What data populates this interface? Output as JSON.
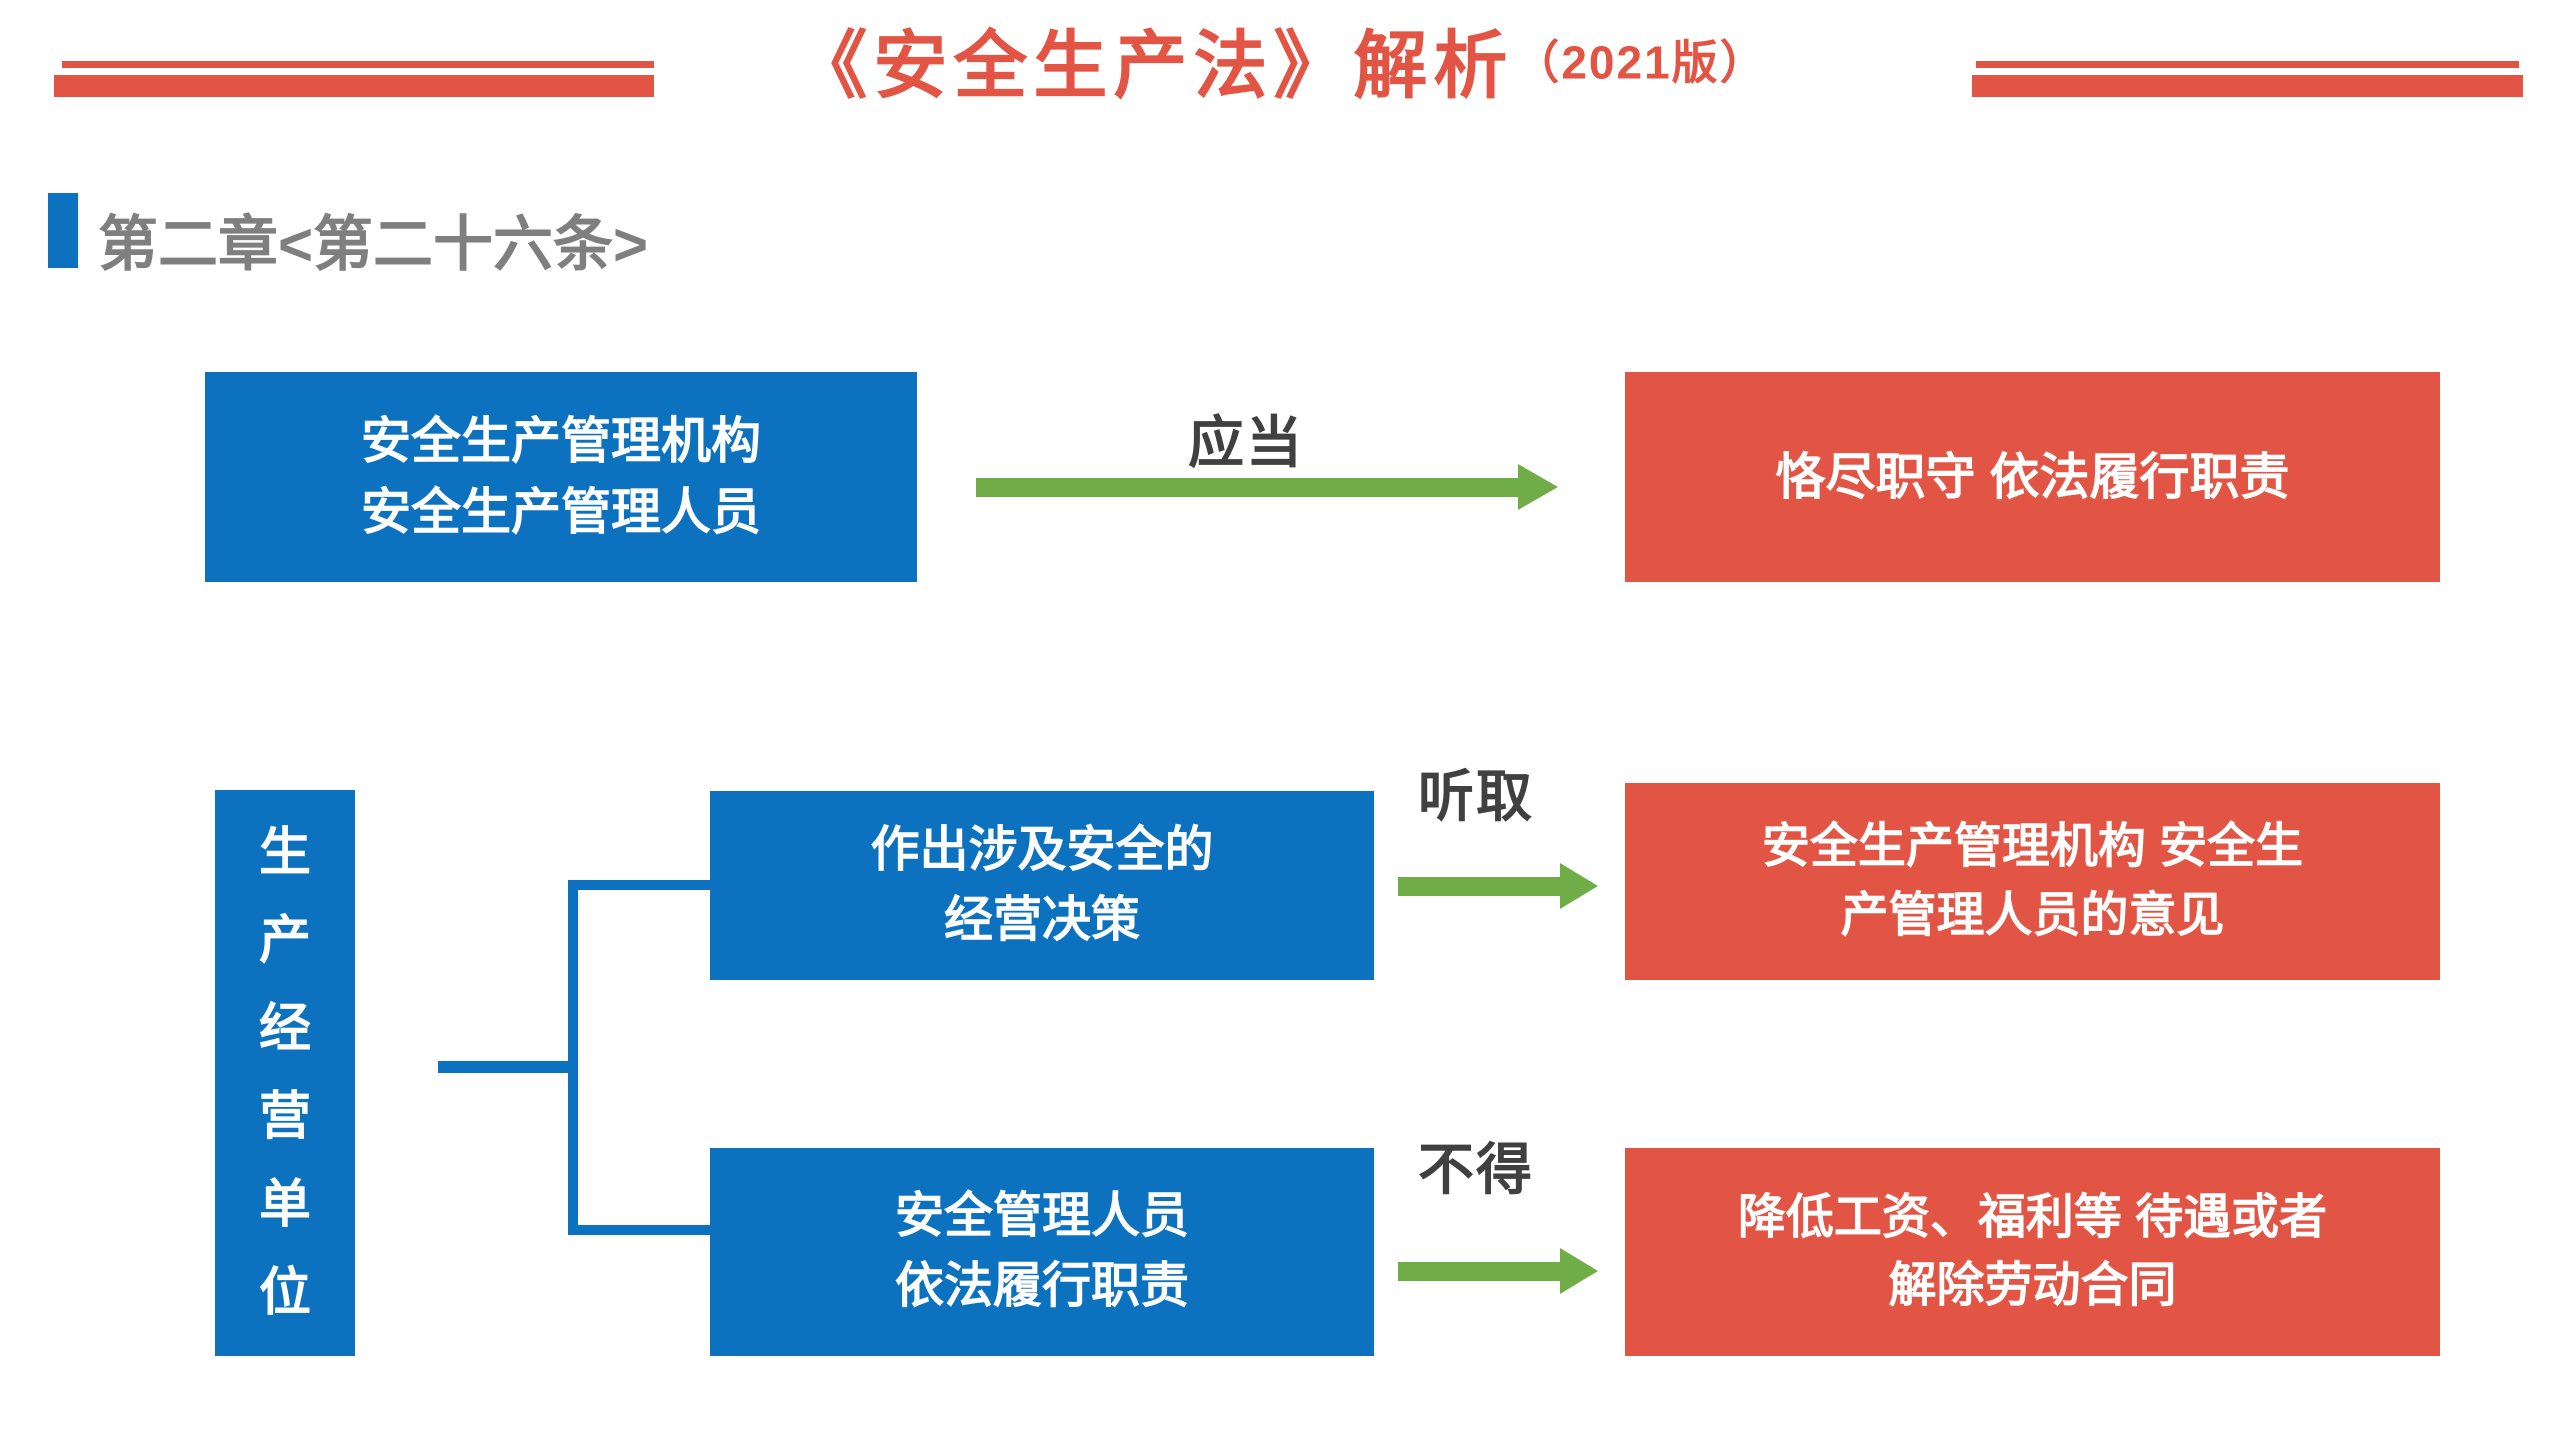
{
  "header": {
    "title_main": "《安全生产法》",
    "title_accent": "解析",
    "title_version": "（2021版）",
    "rule_color": "#e25544"
  },
  "chapter": {
    "label": "第二章<第二十六条>",
    "bar_color": "#0c72c0",
    "text_color": "#7f7f7f"
  },
  "theme": {
    "blue": "#0c72c0",
    "red": "#e25544",
    "green": "#70ad47",
    "gray": "#7f7f7f",
    "white": "#ffffff"
  },
  "flow": {
    "row1": {
      "source": {
        "line1": "安全生产管理机构",
        "line2": "安全生产管理人员"
      },
      "arrow_label": "应当",
      "target": {
        "line1": "恪尽职守 依法履行职责"
      }
    },
    "subject": {
      "chars": [
        "生",
        "产",
        "经",
        "营",
        "单",
        "位"
      ],
      "text": "生产经营单位"
    },
    "row2": {
      "action": {
        "line1": "作出涉及安全的",
        "line2": "经营决策"
      },
      "arrow_label": "听取",
      "result": {
        "line1": "安全生产管理机构 安全生",
        "line2": "产管理人员的意见"
      }
    },
    "row3": {
      "action": {
        "line1": "安全管理人员",
        "line2": "依法履行职责"
      },
      "arrow_label": "不得",
      "result": {
        "line1": "降低工资、福利等 待遇或者",
        "line2": "解除劳动合同"
      }
    }
  }
}
